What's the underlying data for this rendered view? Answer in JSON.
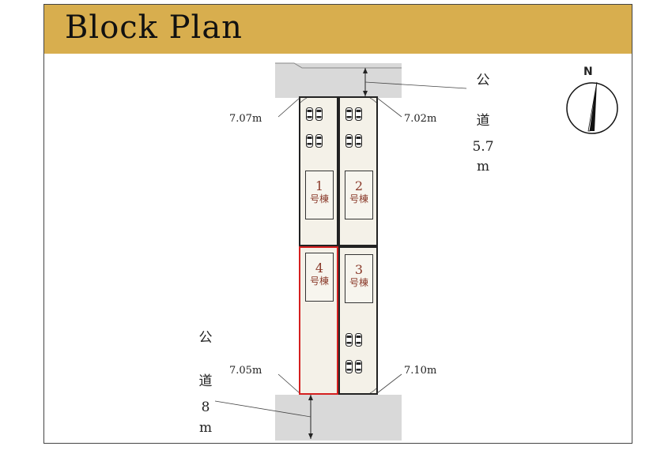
{
  "title": "Block Plan",
  "compass": {
    "label": "N"
  },
  "roads": {
    "north": {
      "line1": "公",
      "line2": "道",
      "width_value": "5.7",
      "width_unit": "m"
    },
    "south": {
      "line1": "公",
      "line2": "道",
      "width_value": "8",
      "width_unit": "m"
    }
  },
  "frontages": {
    "nw": "7.07m",
    "ne": "7.02m",
    "sw": "7.05m",
    "se": "7.10m"
  },
  "lots": [
    {
      "number": "1",
      "label": "号棟"
    },
    {
      "number": "2",
      "label": "号棟"
    },
    {
      "number": "3",
      "label": "号棟"
    },
    {
      "number": "4",
      "label": "号棟",
      "highlighted": true
    }
  ],
  "colors": {
    "header": "#d8ae4e",
    "road": "#d9d9d9",
    "highlight": "#d42020",
    "lot_text": "#8a3a2a"
  }
}
